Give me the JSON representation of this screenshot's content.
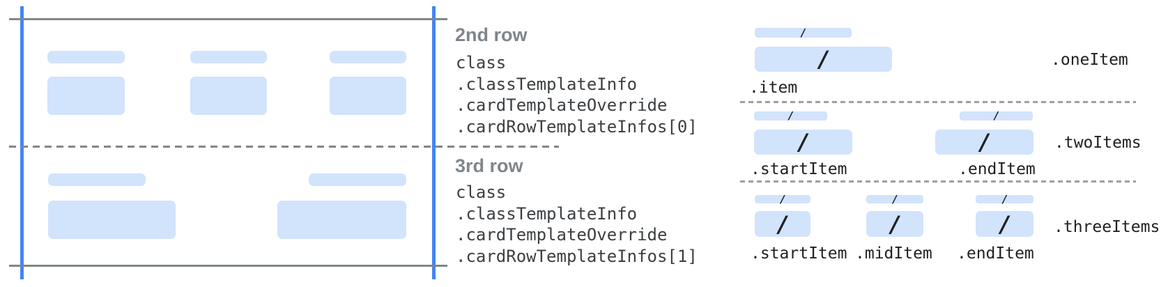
{
  "palette": {
    "bar_fill": "#d2e3fc",
    "guide_blue": "#4285f4",
    "line_gray": "#80868b",
    "dot_gray": "#9aa0a6",
    "heading_gray": "#80868b",
    "code_text": "#3c4043",
    "label_text": "#202124"
  },
  "middle": {
    "rows": [
      {
        "title": "2nd row",
        "lines": [
          "class",
          ".classTemplateInfo",
          ".cardTemplateOverride",
          ".cardRowTemplateInfos[0]"
        ]
      },
      {
        "title": "3rd row",
        "lines": [
          "class",
          ".classTemplateInfo",
          ".cardTemplateOverride",
          ".cardRowTemplateInfos[1]"
        ]
      }
    ]
  },
  "right": {
    "slash": "/",
    "sections": [
      {
        "name": ".oneItem",
        "items": [
          ".item"
        ]
      },
      {
        "name": ".twoItems",
        "items": [
          ".startItem",
          ".endItem"
        ]
      },
      {
        "name": ".threeItems",
        "items": [
          ".startItem",
          ".midItem",
          ".endItem"
        ]
      }
    ]
  }
}
